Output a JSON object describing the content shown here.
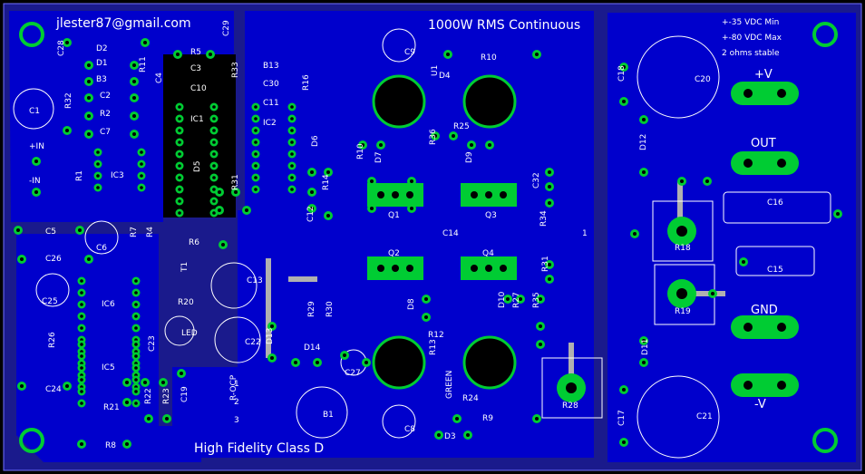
{
  "board": {
    "email": "jlester87@gmail.com",
    "title": "1000W RMS Continuous",
    "footer": "High Fidelity Class D",
    "notes": [
      "+-35 VDC Min",
      "+-80 VDC Max",
      "2 ohms stable"
    ],
    "plus_one": "1"
  },
  "connectors": {
    "in_plus": "+IN",
    "in_minus": "-IN",
    "vplus": "+V",
    "out": "OUT",
    "gnd": "GND",
    "vminus": "-V"
  },
  "switch": {
    "name": "R-OCP",
    "pins": [
      "1",
      "2",
      "3"
    ]
  },
  "colors": {
    "board": "#1a1a8c",
    "copper": "#0000cc",
    "pad": "#00cc33",
    "silk": "#ffffff",
    "trace": "#b0b0b0"
  },
  "components": [
    {
      "ref": "C28"
    },
    {
      "ref": "D2"
    },
    {
      "ref": "D1"
    },
    {
      "ref": "B3"
    },
    {
      "ref": "R11"
    },
    {
      "ref": "C4"
    },
    {
      "ref": "R5"
    },
    {
      "ref": "C29"
    },
    {
      "ref": "C3"
    },
    {
      "ref": "R33"
    },
    {
      "ref": "B13"
    },
    {
      "ref": "C10"
    },
    {
      "ref": "C30"
    },
    {
      "ref": "R16"
    },
    {
      "ref": "C11"
    },
    {
      "ref": "C9"
    },
    {
      "ref": "R10"
    },
    {
      "ref": "D4"
    },
    {
      "ref": "R32"
    },
    {
      "ref": "C1"
    },
    {
      "ref": "C2"
    },
    {
      "ref": "R2"
    },
    {
      "ref": "C7"
    },
    {
      "ref": "IC1"
    },
    {
      "ref": "IC2"
    },
    {
      "ref": "R25"
    },
    {
      "ref": "R36"
    },
    {
      "ref": "D6"
    },
    {
      "ref": "R10"
    },
    {
      "ref": "D7"
    },
    {
      "ref": "D9"
    },
    {
      "ref": "R1"
    },
    {
      "ref": "IC3"
    },
    {
      "ref": "D5"
    },
    {
      "ref": "R31"
    },
    {
      "ref": "R14"
    },
    {
      "ref": "C12"
    },
    {
      "ref": "Q1"
    },
    {
      "ref": "Q3"
    },
    {
      "ref": "C32"
    },
    {
      "ref": "C5"
    },
    {
      "ref": "C6"
    },
    {
      "ref": "R7"
    },
    {
      "ref": "R4"
    },
    {
      "ref": "R6"
    },
    {
      "ref": "C14"
    },
    {
      "ref": "R34"
    },
    {
      "ref": "C26"
    },
    {
      "ref": "T1"
    },
    {
      "ref": "Q2"
    },
    {
      "ref": "Q4"
    },
    {
      "ref": "R31"
    },
    {
      "ref": "C25"
    },
    {
      "ref": "IC6"
    },
    {
      "ref": "R20"
    },
    {
      "ref": "C13"
    },
    {
      "ref": "R29"
    },
    {
      "ref": "R30"
    },
    {
      "ref": "D8"
    },
    {
      "ref": "D10"
    },
    {
      "ref": "R27"
    },
    {
      "ref": "R35"
    },
    {
      "ref": "R26"
    },
    {
      "ref": "C23"
    },
    {
      "ref": "LED"
    },
    {
      "ref": "C22"
    },
    {
      "ref": "D13"
    },
    {
      "ref": "D14"
    },
    {
      "ref": "R12"
    },
    {
      "ref": "R13"
    },
    {
      "ref": "IC5"
    },
    {
      "ref": "C27"
    },
    {
      "ref": "C24"
    },
    {
      "ref": "R22"
    },
    {
      "ref": "R23"
    },
    {
      "ref": "C19"
    },
    {
      "ref": "R21"
    },
    {
      "ref": "R24"
    },
    {
      "ref": "R9"
    },
    {
      "ref": "B1"
    },
    {
      "ref": "R28"
    },
    {
      "ref": "C8"
    },
    {
      "ref": "D3"
    },
    {
      "ref": "R8"
    },
    {
      "ref": "C18"
    },
    {
      "ref": "C20"
    },
    {
      "ref": "D12"
    },
    {
      "ref": "C16"
    },
    {
      "ref": "R18"
    },
    {
      "ref": "C15"
    },
    {
      "ref": "R19"
    },
    {
      "ref": "D11"
    },
    {
      "ref": "C17"
    },
    {
      "ref": "C21"
    },
    {
      "ref": "GREEN"
    },
    {
      "ref": "U1"
    }
  ]
}
